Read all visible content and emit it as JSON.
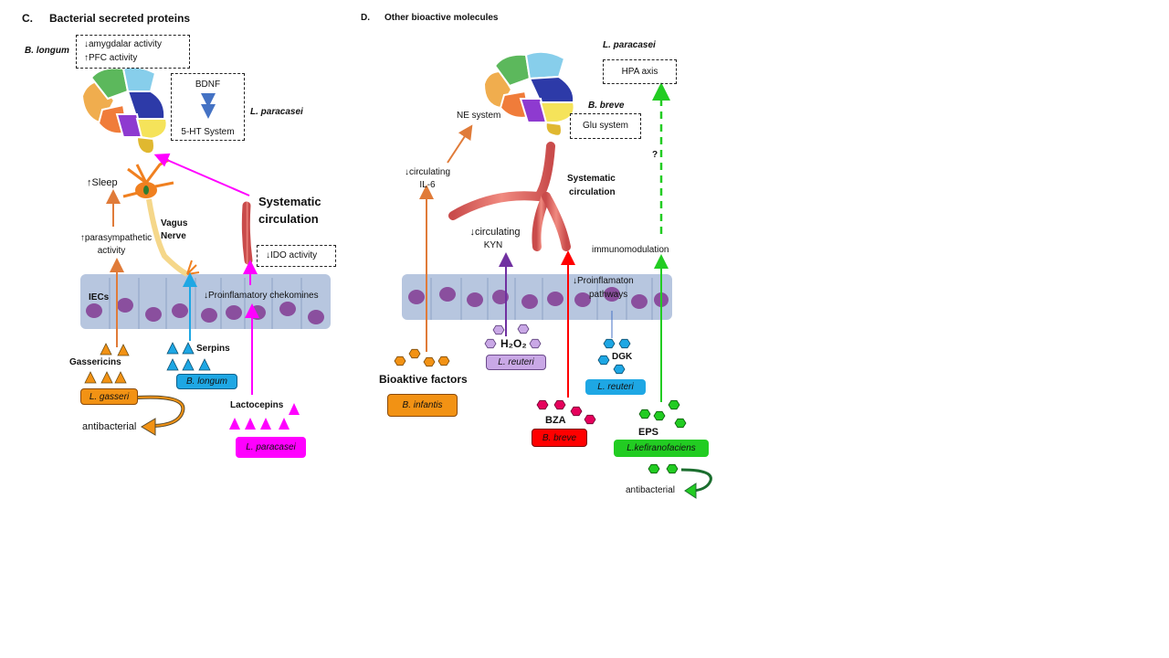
{
  "panel_c": {
    "label": "C.",
    "title": "Bacterial secreted proteins",
    "b_longum_label": "B. longum",
    "amygdala_line": "↓amygdalar activity",
    "pfc_line": "↑PFC activity",
    "bdnf": "BDNF",
    "ht_system": "5-HT System",
    "l_paracasei_label": "L. paracasei",
    "sleep": "↑Sleep",
    "parasym_1": "↑parasympathetic",
    "parasym_2": "activity",
    "vagus_1": "Vagus",
    "vagus_2": "Nerve",
    "systematic_1": "Systematic",
    "systematic_2": "circulation",
    "ido": "↓IDO activity",
    "iecs": "IECs",
    "proinflam": "↓Proinflamatory chekomines",
    "gassericins": "Gassericins",
    "serpins": "Serpins",
    "lactocepins": "Lactocepins",
    "antibacterial": "antibacterial",
    "pills": {
      "l_gasseri": "L. gasseri",
      "b_longum": "B. longum",
      "l_paracasei": "L. paracasei"
    }
  },
  "panel_d": {
    "label": "D.",
    "title": "Other bioactive molecules",
    "l_paracasei_label": "L. paracasei",
    "hpa": "HPA axis",
    "b_breve_label": "B. breve",
    "glu": "Glu system",
    "ne": "NE system",
    "il6_1": "↓circulating",
    "il6_2": "IL-6",
    "systematic_1": "Systematic",
    "systematic_2": "circulation",
    "question": "?",
    "kyn_1": "↓circulating",
    "kyn_2": "KYN",
    "immuno": "immunomodulation",
    "proinflam_1": "↓Proinflamaton",
    "proinflam_2": "pathways",
    "h2o2": "H₂O₂",
    "dgk": "DGK",
    "bioaktive": "Bioaktive factors",
    "bza": "BZA",
    "eps": "EPS",
    "antibacterial": "antibacterial",
    "pills": {
      "l_reuteri_h2o2": "L. reuteri",
      "l_reuteri_dgk": "L. reuteri",
      "b_infantis": "B. infantis",
      "b_breve": "B. breve",
      "l_kefir": "L.kefiranofaciens"
    }
  },
  "colors": {
    "orange": "#f29214",
    "arrow_orange": "#e07b39",
    "blue": "#1ea7e4",
    "magenta": "#ff00ff",
    "purple": "#c9a8e6",
    "dark_purple": "#7030a0",
    "red": "#ff0000",
    "crimson": "#e6005c",
    "green": "#22cc22",
    "vessel": "#e8706a",
    "cells": "#b7c6df",
    "nucleus": "#8a4f9e"
  }
}
